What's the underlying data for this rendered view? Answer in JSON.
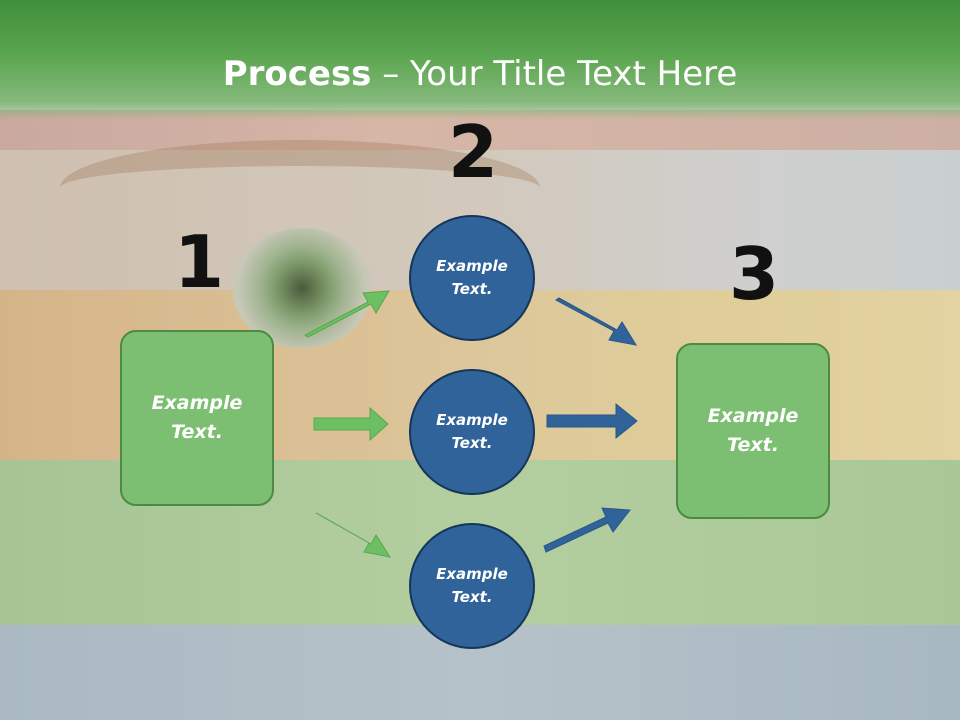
{
  "slide": {
    "title_bold": "Process",
    "title_rest": " – Your Title Text Here"
  },
  "steps": {
    "one": "1",
    "two": "2",
    "three": "3"
  },
  "boxes": {
    "left": [
      "Example",
      "Text."
    ],
    "right": [
      "Example",
      "Text."
    ]
  },
  "circles": [
    [
      "Example",
      "Text."
    ],
    [
      "Example",
      "Text."
    ],
    [
      "Example",
      "Text."
    ]
  ],
  "colors": {
    "header_green": "#4a9a42",
    "box_green": "#7dbf72",
    "circle_blue": "#2f6399",
    "arrow_green": "#6cbf62",
    "arrow_blue": "#2f6399"
  }
}
